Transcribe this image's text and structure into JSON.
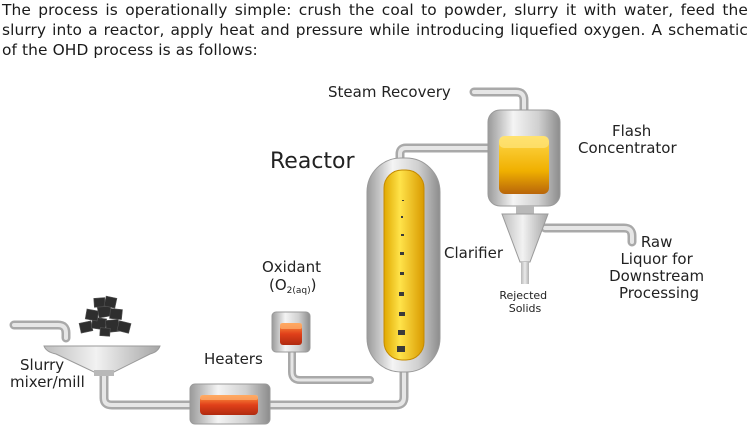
{
  "intro_text": "The process is operationally simple: crush the coal to powder, slurry it with water, feed the slurry into a reactor, apply heat and pressure while introducing liquefied oxygen. A schematic of the OHD process is as follows:",
  "labels": {
    "steam_recovery": "Steam Recovery",
    "flash_line1": "Flash",
    "flash_line2": "Concentrator",
    "reactor": "Reactor",
    "clarifier": "Clarifier",
    "raw_line1": "Raw",
    "raw_line2": "Liquor for",
    "raw_line3": "Downstream",
    "raw_line4": "Processing",
    "oxidant_line1": "Oxidant",
    "oxidant_line2_prefix": "(O",
    "oxidant_sub": "2(aq)",
    "oxidant_line2_suffix": ")",
    "rejected_line1": "Rejected",
    "rejected_line2": "Solids",
    "heaters": "Heaters",
    "slurry_line1": "Slurry",
    "slurry_line2": "mixer/mill"
  },
  "colors": {
    "pipe": "#c9c9c9",
    "vessel_light": "#eeeeee",
    "vessel_dark": "#a8a8a8",
    "yellow": "#f4c400",
    "orange": "#e24a1c",
    "coal": "#3a3a3a"
  }
}
